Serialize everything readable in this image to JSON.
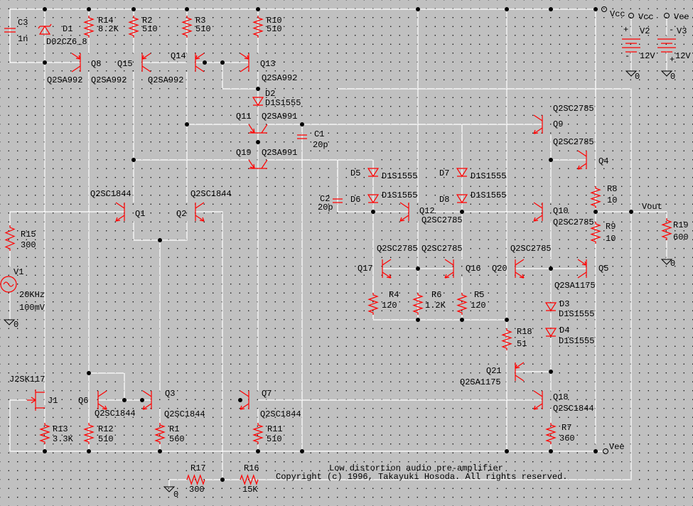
{
  "title_block": {
    "line1": "Low distortion audio pre-amplifier",
    "line2": "Copyright (c) 1996, Takayuki Hosoda. All rights reserved."
  },
  "nets": {
    "vcc": "Vcc",
    "vee": "Vee",
    "vout": "Vout",
    "gnd": "0"
  },
  "components": {
    "C3": {
      "ref": "C3",
      "value": "1n"
    },
    "D1": {
      "ref": "D1",
      "value": "D02CZ6_8"
    },
    "R14": {
      "ref": "R14",
      "value": "8.2K"
    },
    "R2": {
      "ref": "R2",
      "value": "510"
    },
    "R3": {
      "ref": "R3",
      "value": "510"
    },
    "R10": {
      "ref": "R10",
      "value": "510"
    },
    "Q8": {
      "ref": "Q8",
      "value": "Q2SA992"
    },
    "Q15": {
      "ref": "Q15",
      "value": "Q2SA992"
    },
    "Q14": {
      "ref": "Q14",
      "value": "Q2SA992"
    },
    "Q13": {
      "ref": "Q13",
      "value": "Q2SA992"
    },
    "D2": {
      "ref": "D2",
      "value": "D1S1555"
    },
    "Q11": {
      "ref": "Q11",
      "value": "Q2SA991"
    },
    "Q19": {
      "ref": "Q19",
      "value": "Q2SA991"
    },
    "C1": {
      "ref": "C1",
      "value": "20p"
    },
    "C2": {
      "ref": "C2",
      "value": "20p"
    },
    "D5": {
      "ref": "D5",
      "value": "D1S1555"
    },
    "D6": {
      "ref": "D6",
      "value": "D1S1555"
    },
    "D7": {
      "ref": "D7",
      "value": "D1S1555"
    },
    "D8": {
      "ref": "D8",
      "value": "D1S1555"
    },
    "Q12": {
      "ref": "Q12",
      "value": "Q2SC2785"
    },
    "Q9": {
      "ref": "Q9",
      "value": "Q2SC2785"
    },
    "Q4": {
      "ref": "Q4",
      "value": "Q2SC2785"
    },
    "Q10": {
      "ref": "Q10",
      "value": "Q2SC2785"
    },
    "R8": {
      "ref": "R8",
      "value": "10"
    },
    "R9": {
      "ref": "R9",
      "value": "10"
    },
    "R19": {
      "ref": "R19",
      "value": "600"
    },
    "Q1": {
      "ref": "Q1",
      "value": "Q2SC1844"
    },
    "Q2": {
      "ref": "Q2",
      "value": "Q2SC1844"
    },
    "R15": {
      "ref": "R15",
      "value": "300"
    },
    "V1": {
      "ref": "V1",
      "freq": "20KHz",
      "amp": "100mV"
    },
    "V2": {
      "ref": "V2",
      "value": "12V"
    },
    "V3": {
      "ref": "V3",
      "value": "12V"
    },
    "Q17": {
      "ref": "Q17",
      "value": "Q2SC2785"
    },
    "Q16": {
      "ref": "Q16",
      "value": "Q2SC2785"
    },
    "Q20": {
      "ref": "Q20",
      "value": "Q2SC2785"
    },
    "Q5": {
      "ref": "Q5",
      "value": "Q2SA1175"
    },
    "R4": {
      "ref": "R4",
      "value": "120"
    },
    "R6": {
      "ref": "R6",
      "value": "1.2K"
    },
    "R5": {
      "ref": "R5",
      "value": "120"
    },
    "D3": {
      "ref": "D3",
      "value": "D1S1555"
    },
    "D4": {
      "ref": "D4",
      "value": "D1S1555"
    },
    "R18": {
      "ref": "R18",
      "value": "51"
    },
    "Q21": {
      "ref": "Q21",
      "value": "Q2SA1175"
    },
    "Q18": {
      "ref": "Q18",
      "value": "Q2SC1844"
    },
    "R7": {
      "ref": "R7",
      "value": "360"
    },
    "J1": {
      "ref": "J1",
      "value": "J2SK117"
    },
    "Q6": {
      "ref": "Q6",
      "value": "Q2SC1844"
    },
    "Q3": {
      "ref": "Q3",
      "value": "Q2SC1844"
    },
    "Q7": {
      "ref": "Q7",
      "value": "Q2SC1844"
    },
    "R13": {
      "ref": "R13",
      "value": "3.3K"
    },
    "R12": {
      "ref": "R12",
      "value": "510"
    },
    "R1": {
      "ref": "R1",
      "value": "560"
    },
    "R11": {
      "ref": "R11",
      "value": "510"
    },
    "R17": {
      "ref": "R17",
      "value": "300"
    },
    "R16": {
      "ref": "R16",
      "value": "15K"
    }
  },
  "battery_signs": {
    "plus": "+",
    "minus": "-"
  }
}
